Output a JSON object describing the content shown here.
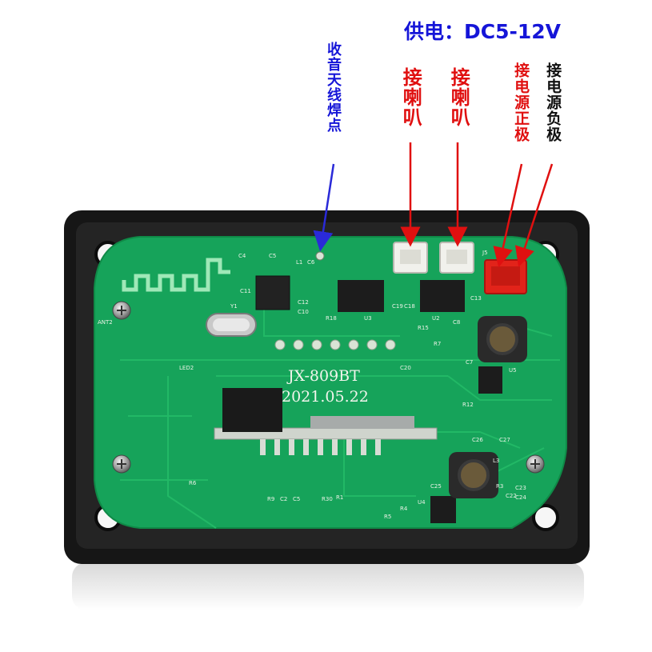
{
  "header": {
    "power_label": "供电：DC5-12V"
  },
  "callouts": {
    "antenna": "收音天线焊点",
    "speaker_1": "接喇叭",
    "speaker_2": "接喇叭",
    "power_positive": "接电源正极",
    "power_negative": "接电源负极"
  },
  "board": {
    "model": "JX-809BT",
    "date": "2021.05.22",
    "silk_labels": [
      "C4",
      "C5",
      "L1",
      "C6",
      "C11",
      "C12",
      "C10",
      "U3",
      "R18",
      "C19",
      "C18",
      "C20",
      "U2",
      "R15",
      "C8",
      "R7",
      "C7",
      "C13",
      "J5",
      "U5",
      "R12",
      "C26",
      "C27",
      "L3",
      "C25",
      "U4",
      "R4",
      "R5",
      "C23",
      "C22",
      "R3",
      "C24",
      "R1",
      "R30",
      "C5",
      "C2",
      "R9",
      "R6",
      "LED2",
      "Y1",
      "ANT2"
    ]
  },
  "colors": {
    "pcb_green": "#16a35a",
    "frame_black": "#161616",
    "label_blue": "#1515d8",
    "label_red": "#e01010",
    "label_black": "#111111",
    "arrow_blue": "#2a2ad8",
    "arrow_red": "#e01010",
    "connector_red": "#e2231a",
    "connector_white": "#f1f1ec"
  }
}
